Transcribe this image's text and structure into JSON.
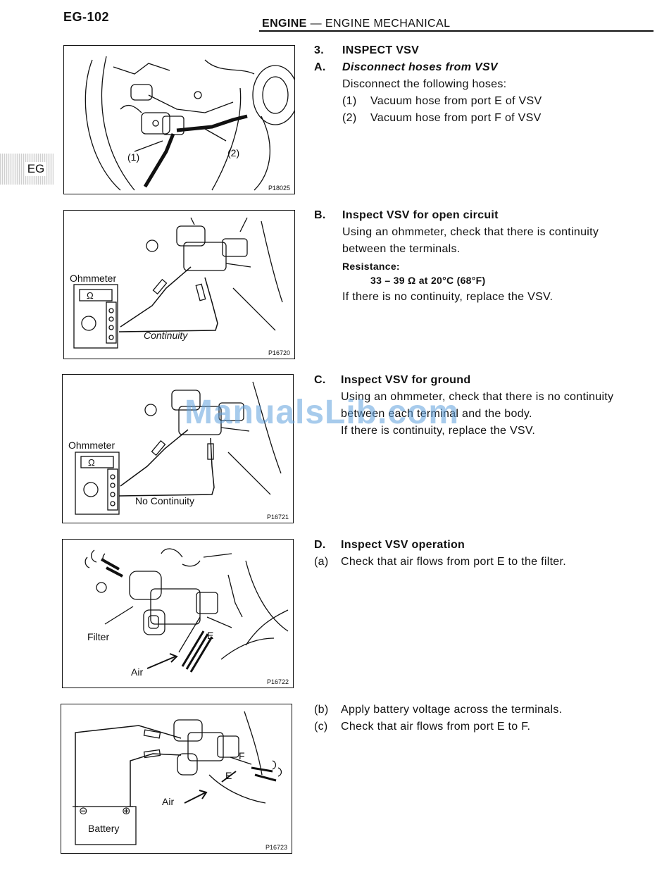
{
  "header": {
    "page_number": "EG-102",
    "section": "ENGINE",
    "dash": "—",
    "subsection": "ENGINE MECHANICAL"
  },
  "side_tab": "EG",
  "figures": {
    "fig1": {
      "code": "P18025",
      "label_1": "(1)",
      "label_2": "(2)"
    },
    "fig2": {
      "code": "P16720",
      "meter_label": "Ohmmeter",
      "result_label": "Continuity",
      "symbol": "Ω"
    },
    "fig3": {
      "code": "P16721",
      "meter_label": "Ohmmeter",
      "result_label": "No Continuity",
      "symbol": "Ω"
    },
    "fig4": {
      "code": "P16722",
      "filter_label": "Filter",
      "air_label": "Air",
      "port_label": "E"
    },
    "fig5": {
      "code": "P16723",
      "battery_label": "Battery",
      "air_label": "Air",
      "port_e": "E",
      "port_f": "F",
      "neg": "⊖",
      "pos": "⊕"
    }
  },
  "step3": {
    "num": "3.",
    "title": "INSPECT VSV",
    "a": {
      "num": "A.",
      "title": "Disconnect hoses from VSV",
      "intro": "Disconnect the following hoses:",
      "items": [
        {
          "num": "(1)",
          "text": "Vacuum hose from port E of VSV"
        },
        {
          "num": "(2)",
          "text": "Vacuum hose from port F of VSV"
        }
      ]
    },
    "b": {
      "num": "B.",
      "title": "Inspect VSV for open circuit",
      "line1": "Using an ohmmeter, check that there is continuity",
      "line2": "between the terminals.",
      "resistance_label": "Resistance:",
      "resistance_value": "33 – 39 Ω at 20°C (68°F)",
      "line3": "If there is no continuity, replace the VSV."
    },
    "c": {
      "num": "C.",
      "title": "Inspect VSV for ground",
      "line1": "Using an ohmmeter, check that there is no continuity",
      "line2": "between each terminal and the body.",
      "line3": "If there is continuity, replace the VSV."
    },
    "d": {
      "num": "D.",
      "title": "Inspect VSV operation",
      "a_num": "(a)",
      "a_text": "Check that air flows from port E to the filter.",
      "b_num": "(b)",
      "b_text": "Apply battery voltage across the terminals.",
      "c_num": "(c)",
      "c_text": "Check that air flows from port E to F."
    }
  },
  "watermark": "ManualsLib.com"
}
